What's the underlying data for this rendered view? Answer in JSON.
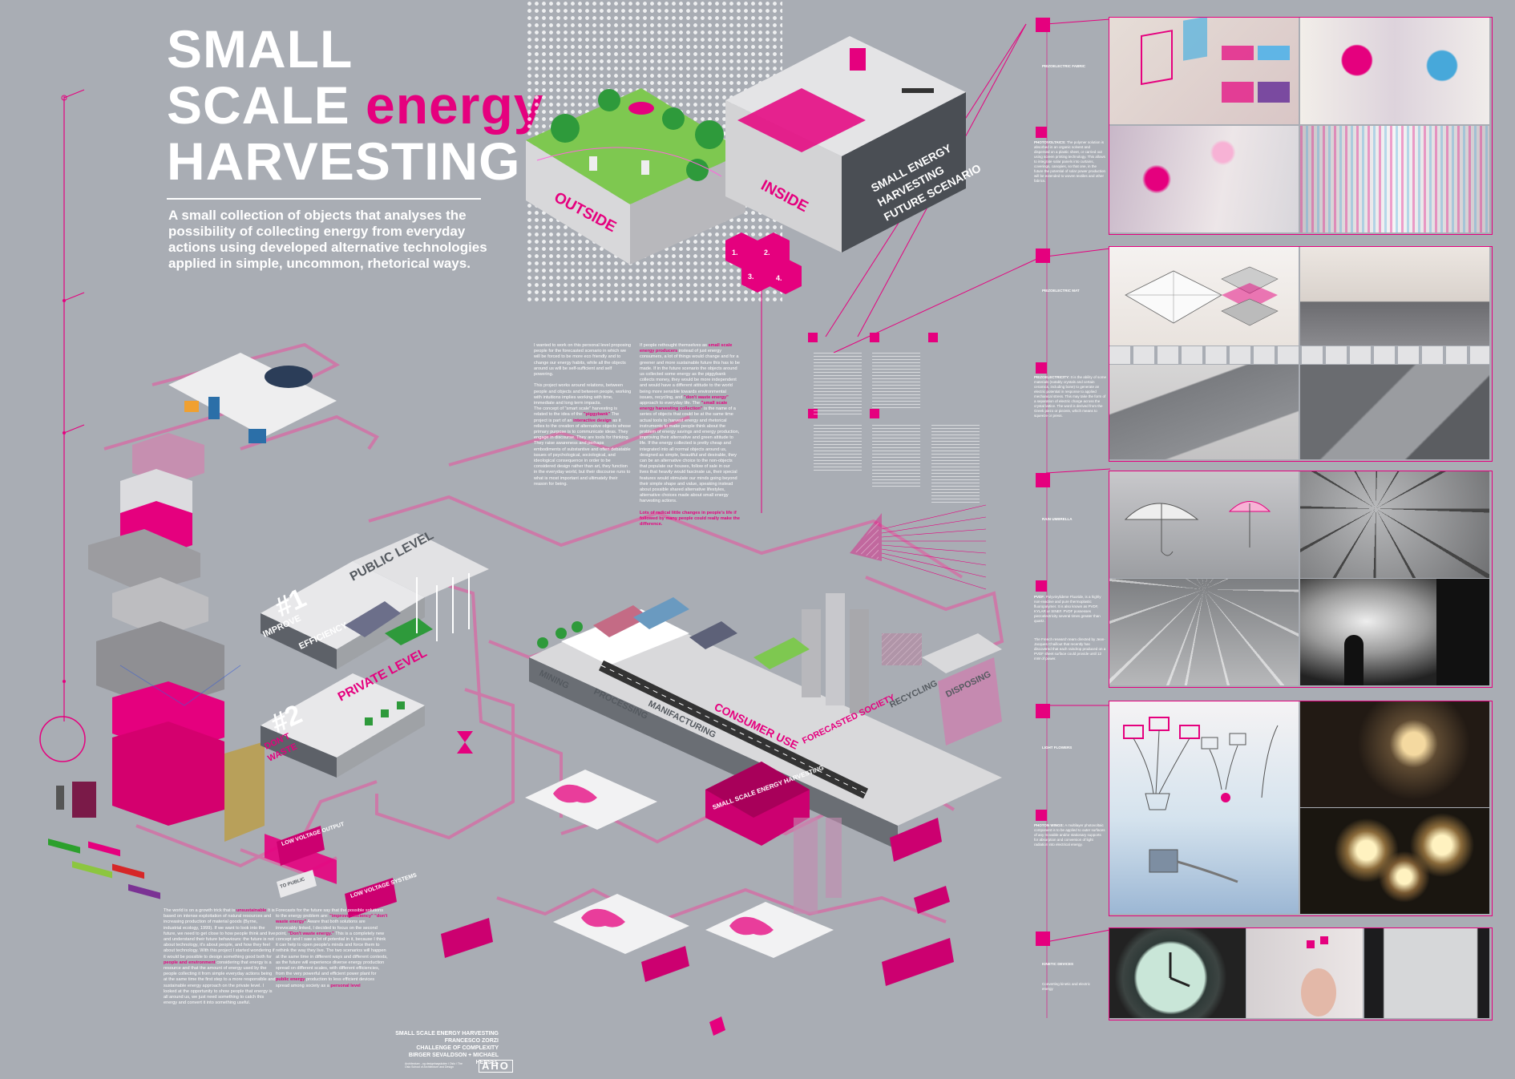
{
  "title": {
    "line1": "SMALL",
    "line2a": "SCALE",
    "line2b": "energy",
    "line3": "HARVESTING"
  },
  "subtitle": "A small collection of objects that analyses the possibility of collecting energy from everyday actions using developed alternative technologies applied in simple, uncommon, rhetorical ways.",
  "scenario": {
    "outside": "OUTSIDE",
    "inside": "INSIDE",
    "future1": "SMALL ENERGY",
    "future2": "HARVESTING",
    "future3": "FUTURE SCENARIO",
    "steps": [
      "1.",
      "2.",
      "3.",
      "4."
    ]
  },
  "levels": {
    "public_num": "#1",
    "public_title": "PUBLIC LEVEL",
    "public_action1": "IMPROVE",
    "public_action2": "EFFICIENCY",
    "private_num": "#2",
    "private_title": "PRIVATE LEVEL",
    "private_action1": "DON'T",
    "private_action2": "WASTE"
  },
  "chain": [
    "MINING",
    "PROCESSING",
    "MANIFACTURING",
    "CONSUMER USE",
    "FORECASTED SOCIETY",
    "RECYCLING",
    "DISPOSING"
  ],
  "central_box": "SMALL SCALE ENERGY HARVESTING",
  "stamps": {
    "low_voltage": "LOW VOLTAGE OUTPUT",
    "low_voltage2": "LOW VOLTAGE SYSTEMS",
    "to_public": "TO PUBLIC"
  },
  "intro_text": {
    "p1": "I wanted to work on this personal level proposing people for the forecasted scenario in which we will be forced to be more eco friendly and to change our energy habits, while all the objects around us will be self-sufficient and self powering.",
    "p2": "This project works around relations, between people and objects and between people, working with intuitions implies working with time, immediate and long term impacts.",
    "p3": "The concept of \"smart scale\" harvesting is related to the idea of the",
    "h1": "\"piggybank\"",
    "p4": "The project is part of an",
    "h2": "interactive design",
    "p5": "as it relies to the creation of alternative objects whose primary purpose is to communicate ideas. They engage in discourse. They are tools for thinking. They raise awareness and perhaps embodiments of substantive and often debatable issues of psychological, sociological, and ideological consequence in order to be considered design rather than art, they function in the everyday world, but their discourse runs to what is most important and ultimately their reason for being."
  },
  "intro_text2": {
    "p1": "If people rethought themselves as",
    "h1": "small scale energy producers",
    "p2": "instead of just energy consumers, a lot of things would change and for a greener and more sustainable future this has to be made. If in the future scenario the objects around us collected some energy as the piggybank collects money, they would be more independent and would have a different attitude to the world being more sensible towards environmental issues, recycling, and",
    "h2": "\"don't waste energy\"",
    "p3": "approach to everyday life. The",
    "h3": "\"small scale energy harvesting collection\"",
    "p4": "is the name of a series of objects that could be at the same time actual tools to harvest energy and rhetorical instruments to make people think about the problem of energy savings and energy production, improving their alternative and green attitude to life. If the energy collected is pretty cheap and integrated into all normal objects around us, designed as simple, beautiful and desirable, they can be an alternative choice to the non-objects that populate our houses, follow of sale in our lives that heavily would fascinate us, their special features would stimulate our minds going beyond their simple shape and value, speaking instead about possible shared alternative lifestyles, alternative choices made about small energy harvesting actions.",
    "h4": "Lots of radical little changes in people's life if followed by many people could really make the difference."
  },
  "bottom_text1": {
    "p1": "The world is on a growth trick that is",
    "h1": "unsustainable",
    "p2": "It is based on intense exploitation of natural resources and increasing production of material goods (Byrne, industrial ecology, 1999). If we want to look into the future, we need to get close to how people think and live and understand their future behaviours: the future is not about technology, it's about people, and how they feel about technology. With this project I started wondering if it would be possible to design something good both for",
    "h2": "people and environment",
    "p3": "considering that energy is a resource and that the amount of energy used by the people collecting it from simple everyday actions being at the same time the first step to a more responsible and sustainable energy approach on the private level. I looked at the opportunity to show people that energy is all around us, we just need something to catch this energy and convert it into something useful."
  },
  "bottom_text2": {
    "p1": "Forecasts for the future say that the possible solutions to the energy problem are:",
    "h1": "\"improve efficiency\"",
    "h2": "\"don't waste energy\"",
    "p2": "Aware that both solutions are irrevocably linked, I decided to focus on the second point,",
    "h3": "\"Don't waste energy.\"",
    "p3": "This is a completely new concept and I saw a lot of potential in it, because I think it can help to open people's minds and force them to rethink the way they live. The two scenarios will happen at the same time in different ways and different contexts, as the future will experience diverse energy production spread on different scales, with different efficiencies, from the very powerful and efficient power plant for",
    "h4": "public energy",
    "p4": "production to less efficient devices spread among society as a",
    "h5": "personal level"
  },
  "credits": {
    "line1": "SMALL SCALE ENERGY HARVESTING",
    "line2": "FRANCESCO ZORZI",
    "line3": "CHALLENGE OF COMPLEXITY",
    "line4": "BIRGER SEVALDSON + MICHAEL HENSEL",
    "school": "Architecture - og designhøgskolen i Oslo / The Oslo School of Architecture and Design",
    "logo": "AHO"
  },
  "right_panels": [
    {
      "heading": "",
      "caption": "PIEZOELECTRIC FABRIC"
    },
    {
      "heading": "PHOTOVOLTAICS:",
      "caption": "The polymer solution is absorbed in an organic solvent and dispersed on a plastic sheet, or carried out using screen printing technology. This allows to integrate solar panels into curtains, coverings, canopies, so that one, in the future the potential of solar power production will be extended to woven textiles and other fabrics."
    },
    {
      "heading": "",
      "caption": "PIEZOELECTRIC MAT"
    },
    {
      "heading": "PIEZOELECTRICITY:",
      "caption": "It is the ability of some materials (notably crystals and certain ceramics, including bone) to generate an electric potential in response to applied mechanical stress. This may take the form of a separation of electric charge across the crystal lattice. The word is derived from the Greek piezo or piezein, which means to squeeze or press."
    },
    {
      "heading": "",
      "caption": "RAIN UMBRELLA"
    },
    {
      "heading": "PVDF:",
      "caption": "Polyvinylidene Fluoride, is a highly non-reactive and pure thermoplastic fluoropolymer. It is also known as PVDF, KYLAR or SINEF. PVDF possesses piezoelectricity several times greater than quartz."
    },
    {
      "heading": "",
      "caption": "The French research team directed by Jean-Jacques Chaillout that recently has discovered that each raindrop produced on a PVDF sheet surface could provide until 12 mW of power."
    },
    {
      "heading": "",
      "caption": "LIGHT FLOWERS"
    },
    {
      "heading": "PHOTON WINGS:",
      "caption": "A multilayer photovoltaic component is to be applied to outer surfaces of any movable and/or stationary supports for absorption and conversion of light radiation into electrical energy."
    },
    {
      "heading": "",
      "caption": "KINETIC DEVICES"
    },
    {
      "heading": "",
      "caption": "Converting kinetic and electric energy"
    }
  ],
  "colors": {
    "background": "#a9adb4",
    "accent": "#e5007e",
    "dark": "#555a60",
    "white": "#ffffff"
  }
}
